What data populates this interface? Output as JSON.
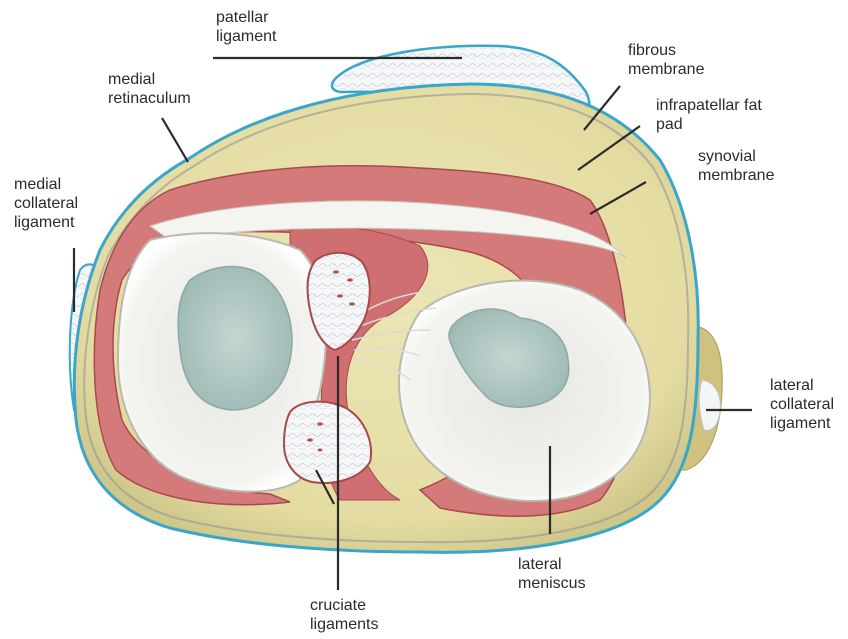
{
  "figure": {
    "labels": {
      "patellar_ligament": [
        "patellar",
        "ligament"
      ],
      "medial_retinaculum": [
        "medial",
        "retinaculum"
      ],
      "fibrous_membrane": [
        "fibrous",
        "membrane"
      ],
      "infrapatellar_fat_pad": [
        "infrapatellar fat",
        "pad"
      ],
      "synovial_membrane": [
        "synovial",
        "membrane"
      ],
      "medial_collateral_ligament": [
        "medial",
        "collateral",
        "ligament"
      ],
      "lateral_collateral_ligament": [
        "lateral",
        "collateral",
        "ligament"
      ],
      "lateral_meniscus": [
        "lateral",
        "meniscus"
      ],
      "cruciate_ligaments": [
        "cruciate",
        "ligaments"
      ]
    },
    "colors": {
      "fibrous_membrane": "#3aa6c9",
      "fat_pad": "#e6e0a8",
      "synovial": "#c9696c",
      "meniscus": "#f2f2ee",
      "cartilage": "#a9c2bd",
      "ligament": "#f4f5f7",
      "leader_line": "#2b2b2b"
    }
  }
}
